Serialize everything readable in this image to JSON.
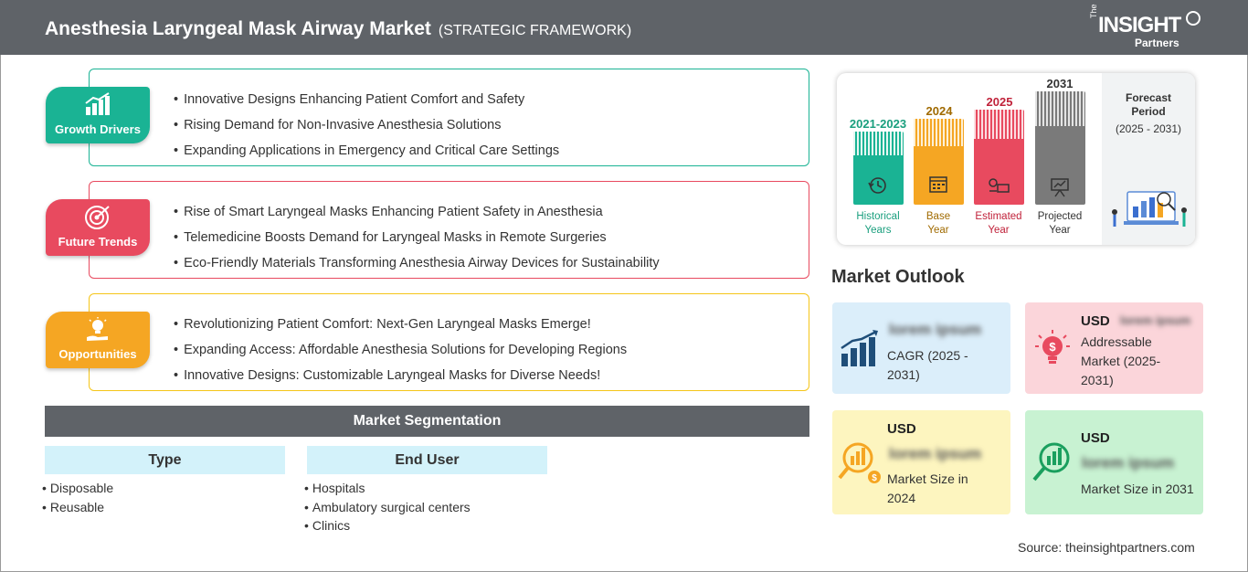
{
  "header": {
    "title": "Anesthesia Laryngeal Mask Airway Market",
    "subtitle": "(STRATEGIC FRAMEWORK)",
    "logo": {
      "the": "The",
      "insight": "INSIGHT",
      "partners": "Partners"
    }
  },
  "factors": {
    "growth_drivers": {
      "label": "Growth Drivers",
      "color": "#1ab394",
      "icon": "bar-growth-icon",
      "items": [
        "Innovative Designs Enhancing Patient Comfort and Safety",
        "Rising Demand for Non-Invasive Anesthesia Solutions",
        "Expanding Applications in Emergency and Critical Care Settings"
      ]
    },
    "future_trends": {
      "label": "Future Trends",
      "color": "#e84a5f",
      "icon": "target-icon",
      "items": [
        "Rise of Smart Laryngeal Masks Enhancing Patient Safety in Anesthesia",
        "Telemedicine Boosts Demand for Laryngeal Masks in Remote Surgeries",
        "Eco-Friendly Materials Transforming Anesthesia Airway Devices for Sustainability"
      ]
    },
    "opportunities": {
      "label": "Opportunities",
      "color": "#f5a623",
      "icon": "lightbulb-hand-icon",
      "items": [
        "Revolutionizing Patient Comfort: Next-Gen Laryngeal Masks Emerge!",
        "Expanding Access: Affordable Anesthesia Solutions for Developing Regions",
        "Innovative Designs: Customizable Laryngeal Masks for Diverse Needs!"
      ]
    }
  },
  "segmentation": {
    "title": "Market Segmentation",
    "type": {
      "label": "Type",
      "items": [
        "Disposable",
        "Reusable"
      ]
    },
    "end_user": {
      "label": "End User",
      "items": [
        "Hospitals",
        "Ambulatory surgical centers",
        "Clinics"
      ]
    }
  },
  "timeline": {
    "bars": [
      {
        "year": "2021-2023",
        "label_line1": "Historical",
        "label_line2": "Years",
        "color": "#1ab394",
        "year_color": "#1a9f7e",
        "icon": "history-icon"
      },
      {
        "year": "2024",
        "label_line1": "Base",
        "label_line2": "Year",
        "color": "#f5a623",
        "year_color": "#a06a00",
        "icon": "calendar-icon"
      },
      {
        "year": "2025",
        "label_line1": "Estimated",
        "label_line2": "Year",
        "color": "#e84a5f",
        "year_color": "#c0223a",
        "icon": "estimate-icon"
      },
      {
        "year": "2031",
        "label_line1": "Projected",
        "label_line2": "Year",
        "color": "#7a7a7a",
        "year_color": "#333333",
        "icon": "presentation-icon"
      }
    ],
    "forecast": {
      "line1": "Forecast",
      "line2": "Period",
      "line3": "(2025 - 2031)"
    }
  },
  "market_outlook": {
    "title": "Market Outlook",
    "cagr": {
      "value": "lorem ipsum",
      "desc_line1": "CAGR (2025 -",
      "desc_line2": "2031)",
      "bg": "#dbeefa"
    },
    "addressable": {
      "usd": "USD",
      "value": "lorem ipsum",
      "desc_line1": "Addressable",
      "desc_line2": "Market (2025-",
      "desc_line3": "2031)",
      "bg": "#fbd5da"
    },
    "size_2024": {
      "usd": "USD",
      "value": "lorem ipsum",
      "desc_line1": "Market Size in",
      "desc_line2": "2024",
      "bg": "#fdf5bf"
    },
    "size_2031": {
      "usd": "USD",
      "value": "lorem ipsum",
      "desc_line1": "Market Size in 2031",
      "bg": "#c8f2d2"
    }
  },
  "source": "Source: theinsightpartners.com"
}
